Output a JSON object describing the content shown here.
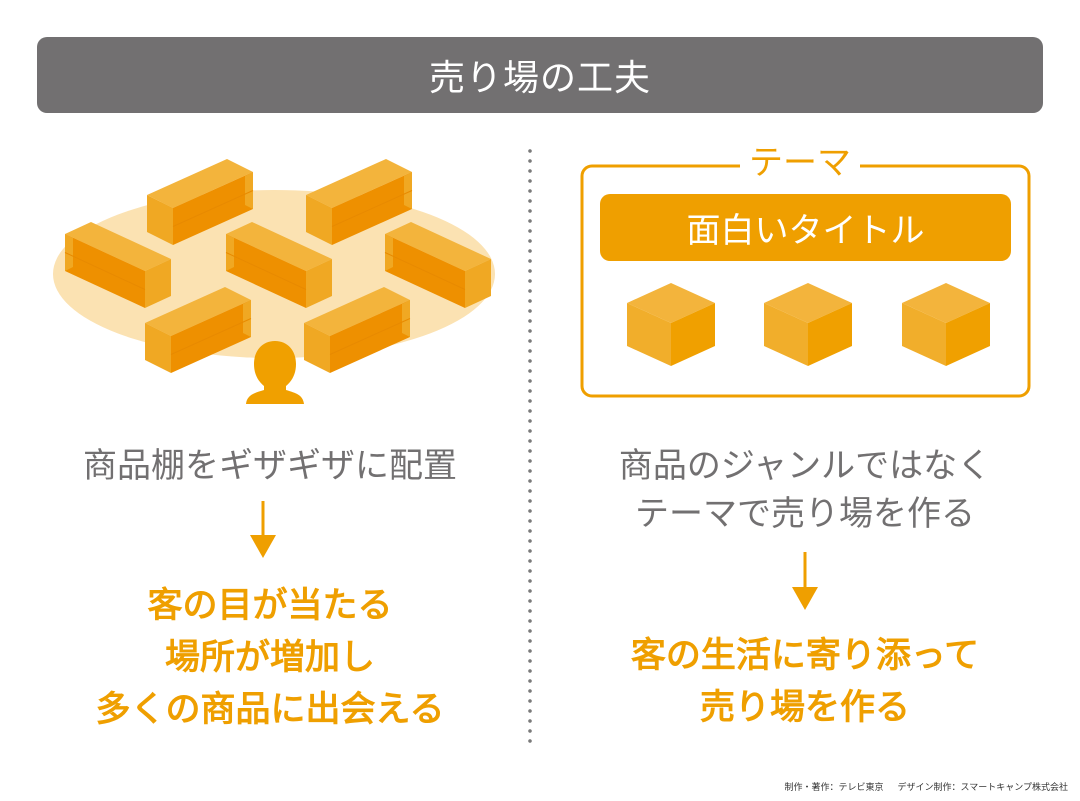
{
  "header": {
    "title": "売り場の工夫"
  },
  "left_panel": {
    "illustration": "zigzag-shelves-with-customer",
    "shelf_count": 7,
    "caption": "商品棚をギザギザに配置",
    "result_lines": [
      "客の目が当たる",
      "場所が増加し",
      "多くの商品に出会える"
    ]
  },
  "right_panel": {
    "frame_label": "テーマ",
    "banner_title": "面白いタイトル",
    "product_count": 3,
    "caption_lines": [
      "商品のジャンルではなく",
      "テーマで売り場を作る"
    ],
    "result_lines": [
      "客の生活に寄り添って",
      "売り場を作る"
    ]
  },
  "footer": {
    "credit_production": "制作・著作：テレビ東京",
    "credit_design": "デザイン制作：スマートキャンプ株式会社"
  },
  "colors": {
    "title_bar": "#727071",
    "accent": "#ef9f00",
    "floor": "#fbe2b2",
    "face_light": "#f3b43c",
    "face_mid": "#f0a823",
    "face_dark": "#ee9000",
    "caption_text": "#727071"
  }
}
